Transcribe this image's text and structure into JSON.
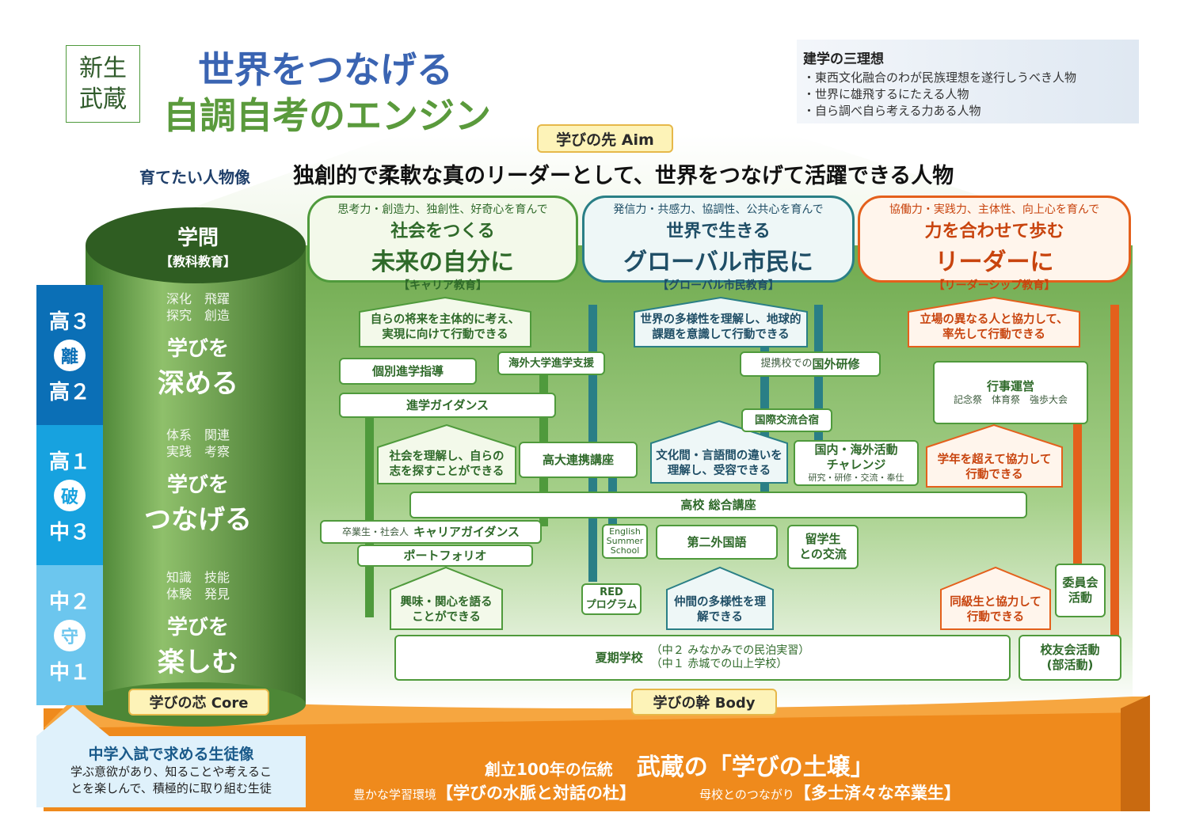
{
  "header": {
    "badge_line1": "新生",
    "badge_line2": "武蔵",
    "title_line1": "世界をつなげる",
    "title_line2": "自調自考のエンジン"
  },
  "ideals": {
    "title": "建学の三理想",
    "items": [
      "・東西文化融合のわが民族理想を遂行しうべき人物",
      "・世界に雄飛するにたえる人物",
      "・自ら調べ自ら考える力ある人物"
    ]
  },
  "aim": {
    "label": "学びの先 Aim",
    "person_label": "育てたい人物像",
    "person_text": "独創的で柔軟な真のリーダーとして、世界をつなげて活躍できる人物"
  },
  "goals": [
    {
      "small": "思考力・創造力、独創性、好奇心を育んで",
      "main1": "社会をつくる",
      "main2": "未来の自分に",
      "sub": "【キャリア教育】"
    },
    {
      "small": "発信力・共感力、協調性、公共心を育んで",
      "main1": "世界で生きる",
      "main2": "グローバル市民に",
      "sub": "【グローバル市民教育】"
    },
    {
      "small": "協働力・実践力、主体性、向上心を育んで",
      "main1": "力を合わせて歩む",
      "main2": "リーダーに",
      "sub": "【リーダーシップ教育】"
    }
  ],
  "core": {
    "title": "学問",
    "sub": "【教科教育】",
    "label": "学びの芯 Core",
    "sections": [
      {
        "kw1": "深化　飛躍",
        "kw2": "探究　創造",
        "h1": "学びを",
        "h2": "深める"
      },
      {
        "kw1": "体系　関連",
        "kw2": "実践　考察",
        "h1": "学びを",
        "h2": "つなげる"
      },
      {
        "kw1": "知識　技能",
        "kw2": "体験　発見",
        "h1": "学びを",
        "h2": "楽しむ"
      }
    ]
  },
  "stages": [
    {
      "top": "高３",
      "circle": "離",
      "bottom": "高２",
      "color": "#0b6fb6"
    },
    {
      "top": "高１",
      "circle": "破",
      "bottom": "中３",
      "color": "#17a2df"
    },
    {
      "top": "中２",
      "circle": "守",
      "bottom": "中１",
      "color": "#6cc6ee"
    }
  ],
  "body_label": "学びの幹 Body",
  "houses": {
    "career_top": "自らの将来を主体的に考え、実現に向けて行動できる",
    "career_mid": "社会を理解し、自らの志を探すことができる",
    "career_low": "興味・関心を語ることができる",
    "global_top": "世界の多様性を理解し、地球的課題を意識して行動できる",
    "global_mid": "文化間・言語間の違いを理解し、受容できる",
    "global_low": "仲間の多様性を理解できる",
    "leader_top": "立場の異なる人と協力して、率先して行動できる",
    "leader_mid": "学年を超えて協力して行動できる",
    "leader_low": "同級生と協力して行動できる"
  },
  "programs": {
    "kobetsu": "個別進学指導",
    "kaigai_univ": "海外大学進学支援",
    "guidance": "進学ガイダンス",
    "kodai": "高大連携講座",
    "sogo": "高校 総合講座",
    "career_guid_small": "卒業生・社会人",
    "career_guid": "キャリアガイダンス",
    "portfolio": "ポートフォリオ",
    "teikei_small": "提携校での",
    "teikei": "国外研修",
    "kokusai": "国際交流合宿",
    "challenge1": "国内・海外活動",
    "challenge2": "チャレンジ",
    "challenge_small": "研究・研修・交流・奉仕",
    "ess1": "English",
    "ess2": "Summer",
    "ess3": "School",
    "daini": "第二外国語",
    "ryugaku1": "留学生",
    "ryugaku2": "との交流",
    "red1": "RED",
    "red2": "プログラム",
    "gyoji": "行事運営",
    "gyoji_small": "記念祭　体育祭　強歩大会",
    "iinkai1": "委員会",
    "iinkai2": "活動",
    "kaki_main": "夏期学校",
    "kaki_line1": "（中２ みなかみでの民泊実習）",
    "kaki_line2": "（中１ 赤城での山上学校）",
    "koyu1": "校友会活動",
    "koyu2": "(部活動)"
  },
  "entrance": {
    "title": "中学入試で求める生徒像",
    "line1": "学ぶ意欲があり、知ることや考えるこ",
    "line2": "とを楽しんで、積極的に取り組む生徒"
  },
  "soil": {
    "line1a": "創立100年の伝統",
    "line1b": "武蔵の「学びの土壌」",
    "line2a": "豊かな学習環境",
    "line2b": "【学びの水脈と対話の杜】",
    "line2c": "母校とのつながり",
    "line2d": "【多士済々な卒業生】"
  },
  "colors": {
    "green": "#4f9a3c",
    "dark_green": "#3a6b2a",
    "teal": "#2a7f86",
    "orange": "#e4601c",
    "soil": "#ef8a1c",
    "blue": "#0b6fb6"
  }
}
